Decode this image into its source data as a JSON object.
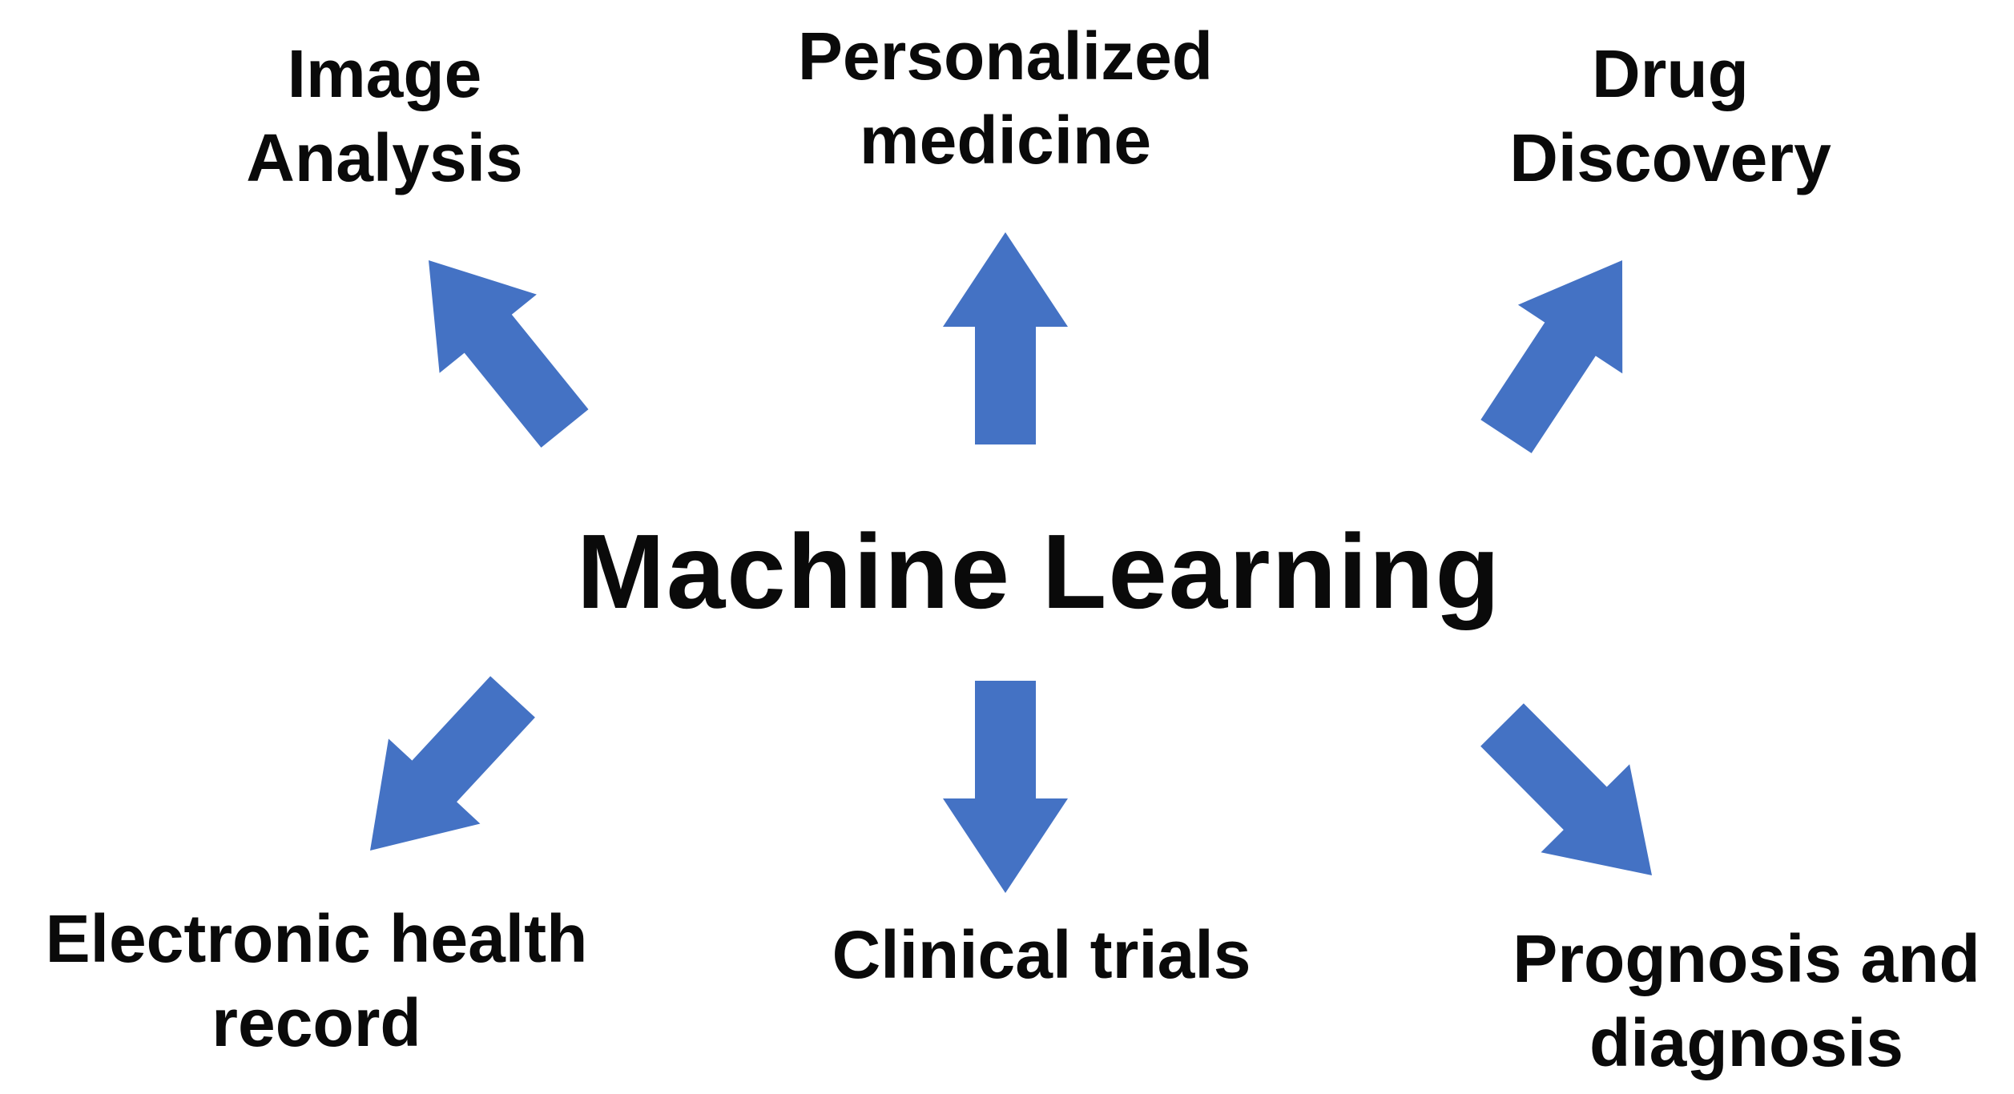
{
  "center": {
    "label": "Machine Learning"
  },
  "arrow_color": "#4472C4",
  "nodes": [
    {
      "id": "image-analysis",
      "lines": [
        "Image",
        "Analysis"
      ],
      "direction": "up-left"
    },
    {
      "id": "personalized-medicine",
      "lines": [
        "Personalized",
        "medicine"
      ],
      "direction": "up"
    },
    {
      "id": "drug-discovery",
      "lines": [
        "Drug",
        "Discovery"
      ],
      "direction": "up-right"
    },
    {
      "id": "electronic-health-record",
      "lines": [
        "Electronic health",
        "record"
      ],
      "direction": "down-left"
    },
    {
      "id": "clinical-trials",
      "lines": [
        "Clinical trials"
      ],
      "direction": "down"
    },
    {
      "id": "prognosis-diagnosis",
      "lines": [
        "Prognosis and",
        "diagnosis"
      ],
      "direction": "down-right"
    }
  ]
}
